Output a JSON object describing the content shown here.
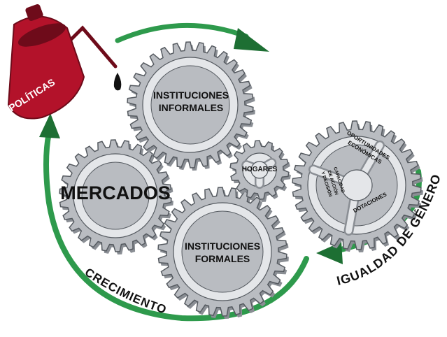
{
  "colors": {
    "gear_fill": "#b9bcc1",
    "gear_dark": "#8a8e94",
    "gear_light": "#e4e6e9",
    "gear_outline": "#555a60",
    "arrow_green": "#2e9a4c",
    "arrow_green_dark": "#1d6f33",
    "can_red": "#b3122a",
    "can_red_dark": "#6e0b1a",
    "oil": "#111111"
  },
  "policy_can": {
    "label": "POLÍTICAS",
    "icon": "oil-can-icon"
  },
  "gears": {
    "informal_institutions": {
      "line1": "INSTITUCIONES",
      "line2": "INFORMALES"
    },
    "markets": {
      "label": "MERCADOS"
    },
    "formal_institutions": {
      "line1": "INSTITUCIONES",
      "line2": "FORMALES"
    },
    "households": {
      "label": "HOGARES"
    },
    "gender_gear": {
      "opportunities_line1": "OPORTUNIDADES",
      "opportunities_line2": "ECONÓMICAS",
      "agency_line1": "CAPACIDAD",
      "agency_line2": "DE ACCIÓN",
      "agency_line3": "Y DECISIÓN",
      "endowments": "DOTACIONES"
    }
  },
  "cycle_labels": {
    "growth": "CRECIMIENTO",
    "gender_equality": "IGUALDAD DE GÉNERO"
  }
}
